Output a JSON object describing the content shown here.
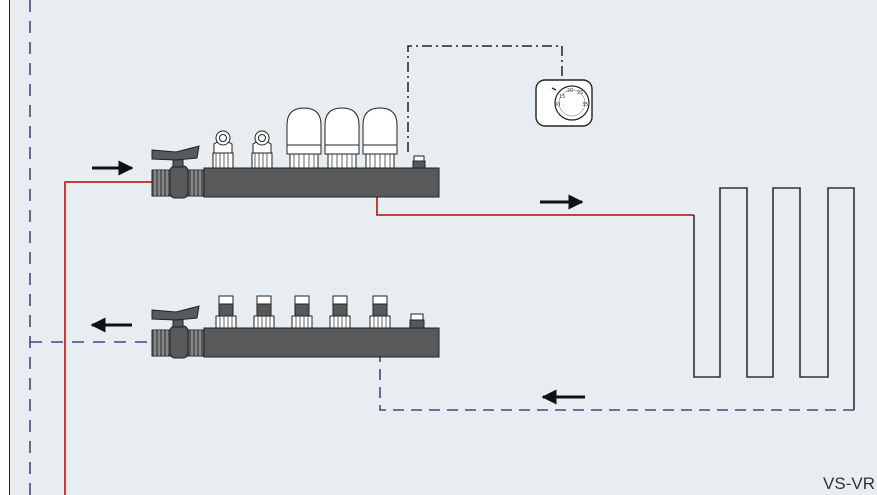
{
  "diagram_code": "VS-VR",
  "thermostat": {
    "dial_labels": [
      "15",
      "20",
      "25",
      "30",
      "35"
    ]
  },
  "supply_manifold": {
    "flow_meter_count": 2,
    "actuator_count": 3
  },
  "return_manifold": {
    "valve_count": 5
  },
  "colors": {
    "background": "#e8edf1",
    "supply_line": "#c0282d",
    "return_line": "#3f4a86",
    "manifold_body": "#58595b",
    "control_line": "#222222"
  }
}
